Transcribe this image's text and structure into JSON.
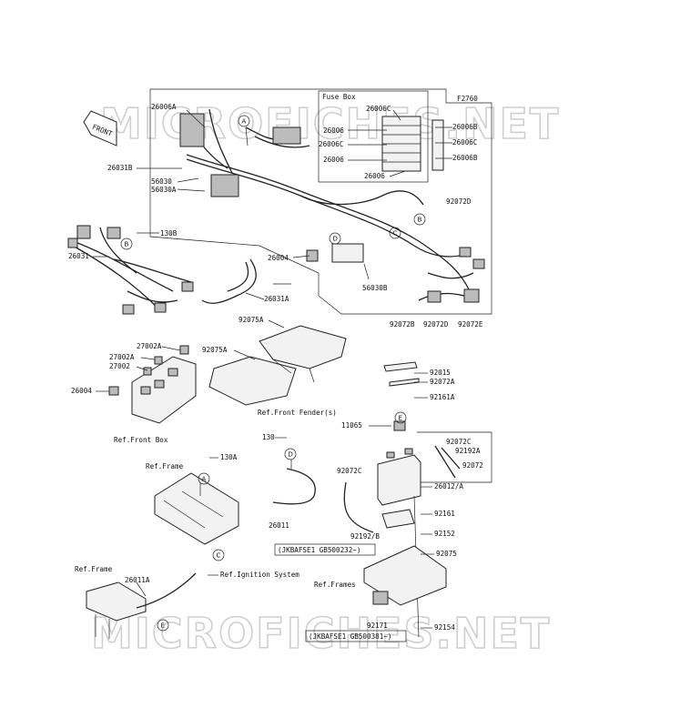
{
  "watermark": "MICROFICHES.NET",
  "front_arrow": "FRONT",
  "fuse_box": {
    "title": "Fuse Box",
    "code": "F2760"
  },
  "circle_markers": [
    "A",
    "B",
    "C",
    "D",
    "E"
  ],
  "labels": {
    "p26006A": "26006A",
    "p26006C_top": "26006C",
    "p26006_1": "26006",
    "p26006B_1": "26006B",
    "p26006C_2": "26006C",
    "p26006C_r": "26006C",
    "p26006_2": "26006",
    "p26006B_2": "26006B",
    "p26006_3": "26006",
    "p26031B": "26031B",
    "p56030": "56030",
    "p56030A": "56030A",
    "p92072D_1": "92072D",
    "p130B": "130B",
    "p26031": "26031",
    "p26004_1": "26004",
    "p56030B": "56030B",
    "p26031A": "26031A",
    "p92075A_1": "92075A",
    "p92072B": "92072B",
    "p92072D_2": "92072D",
    "p92072E": "92072E",
    "p27002A_1": "27002A",
    "p92075A_2": "92075A",
    "p27002A_2": "27002A",
    "p27002": "27002",
    "p26004_2": "26004",
    "p92015": "92015",
    "p92072A": "92072A",
    "p92161A": "92161A",
    "ref_front_fender": "Ref.Front Fender(s)",
    "ref_front_box": "Ref.Front Box",
    "p11065": "11065",
    "p130": "130",
    "p130A": "130A",
    "p92072C_1": "92072C",
    "p92192A": "92192A",
    "p92072": "92072",
    "p92072C_2": "92072C",
    "ref_frame_1": "Ref.Frame",
    "p26012A": "26012/A",
    "p92161": "92161",
    "p26011": "26011",
    "p92192B": "92192/B",
    "p92152": "92152",
    "note_1": "(JKBAFSE1 GB500232~)",
    "p92075": "92075",
    "ref_frame_2": "Ref.Frame",
    "p26011A": "26011A",
    "ref_ignition": "Ref.Ignition System",
    "ref_frames": "Ref.Frames",
    "p92171": "92171",
    "p92154": "92154",
    "note_2": "(JKBAFSE1 GB500381~)"
  }
}
